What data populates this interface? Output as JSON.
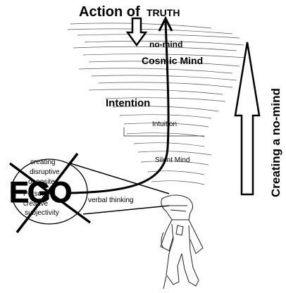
{
  "diagram": {
    "title": {
      "action": "Action of",
      "truth": "TRUTH"
    },
    "levels": {
      "no_mind": "no-mind",
      "cosmic_mind": "Cosmic Mind",
      "intention": "Intention",
      "intuition": "Intuition",
      "silent_mind": "Silent Mind",
      "verbal_thinking": "verbal thinking"
    },
    "ego": {
      "big_label": "EGO",
      "lines": [
        "creating",
        "disruptive",
        "opposite",
        "Person",
        "creative",
        "subjectivity"
      ]
    },
    "vertical_label": "Creating a no-mind"
  }
}
